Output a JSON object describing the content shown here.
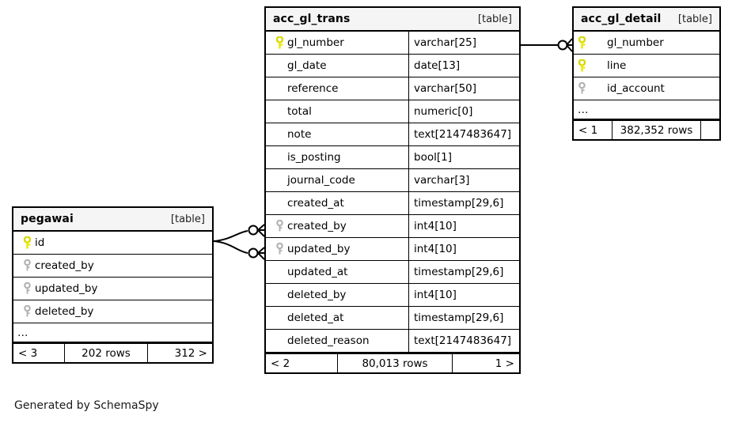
{
  "diagram": {
    "kind": "database-schema-er-diagram",
    "caption": "Generated by SchemaSpy",
    "colors": {
      "primary_key": "#e8e800",
      "foreign_key": "#b3b3b3",
      "border": "#000000",
      "header_bg": "#f5f5f5",
      "background": "#ffffff"
    },
    "icons": {
      "primary_key": "primary-key-icon",
      "foreign_key": "foreign-key-icon",
      "relationship": "crows-foot-icon"
    }
  },
  "tables": [
    {
      "id": "acc_gl_trans",
      "name": "acc_gl_trans",
      "tag": "[table]",
      "has_type_column": true,
      "columns": [
        {
          "name": "gl_number",
          "type": "varchar[25]",
          "key": "primary"
        },
        {
          "name": "gl_date",
          "type": "date[13]",
          "key": "none"
        },
        {
          "name": "reference",
          "type": "varchar[50]",
          "key": "none"
        },
        {
          "name": "total",
          "type": "numeric[0]",
          "key": "none"
        },
        {
          "name": "note",
          "type": "text[2147483647]",
          "key": "none"
        },
        {
          "name": "is_posting",
          "type": "bool[1]",
          "key": "none"
        },
        {
          "name": "journal_code",
          "type": "varchar[3]",
          "key": "none"
        },
        {
          "name": "created_at",
          "type": "timestamp[29,6]",
          "key": "none"
        },
        {
          "name": "created_by",
          "type": "int4[10]",
          "key": "foreign"
        },
        {
          "name": "updated_by",
          "type": "int4[10]",
          "key": "foreign"
        },
        {
          "name": "updated_at",
          "type": "timestamp[29,6]",
          "key": "none"
        },
        {
          "name": "deleted_by",
          "type": "int4[10]",
          "key": "none"
        },
        {
          "name": "deleted_at",
          "type": "timestamp[29,6]",
          "key": "none"
        },
        {
          "name": "deleted_reason",
          "type": "text[2147483647]",
          "key": "none"
        }
      ],
      "show_ellipsis": false,
      "ellipsis": "…",
      "footer": {
        "left": "< 2",
        "center": "80,013 rows",
        "right": "1 >"
      }
    },
    {
      "id": "acc_gl_detail",
      "name": "acc_gl_detail",
      "tag": "[table]",
      "has_type_column": false,
      "columns": [
        {
          "name": "gl_number",
          "type": "",
          "key": "primary"
        },
        {
          "name": "line",
          "type": "",
          "key": "primary"
        },
        {
          "name": "id_account",
          "type": "",
          "key": "foreign"
        }
      ],
      "show_ellipsis": true,
      "ellipsis": "…",
      "footer": {
        "left": "< 1",
        "center": "382,352 rows",
        "right": ""
      }
    },
    {
      "id": "pegawai",
      "name": "pegawai",
      "tag": "[table]",
      "has_type_column": false,
      "columns": [
        {
          "name": "id",
          "type": "",
          "key": "primary"
        },
        {
          "name": "created_by",
          "type": "",
          "key": "foreign"
        },
        {
          "name": "updated_by",
          "type": "",
          "key": "foreign"
        },
        {
          "name": "deleted_by",
          "type": "",
          "key": "foreign"
        }
      ],
      "show_ellipsis": true,
      "ellipsis": "…",
      "footer": {
        "left": "< 3",
        "center": "202 rows",
        "right": "312 >"
      }
    }
  ],
  "relationships": [
    {
      "id": "rel-trans-detail",
      "from_table": "acc_gl_trans",
      "from_column": "gl_number",
      "to_table": "acc_gl_detail",
      "to_column": "gl_number",
      "notation": "zero-or-more"
    },
    {
      "id": "rel-pegawai-created-by",
      "from_table": "pegawai",
      "from_column": "id",
      "to_table": "acc_gl_trans",
      "to_column": "created_by",
      "notation": "zero-or-more"
    },
    {
      "id": "rel-pegawai-updated-by",
      "from_table": "pegawai",
      "from_column": "id",
      "to_table": "acc_gl_trans",
      "to_column": "updated_by",
      "notation": "zero-or-more"
    }
  ]
}
